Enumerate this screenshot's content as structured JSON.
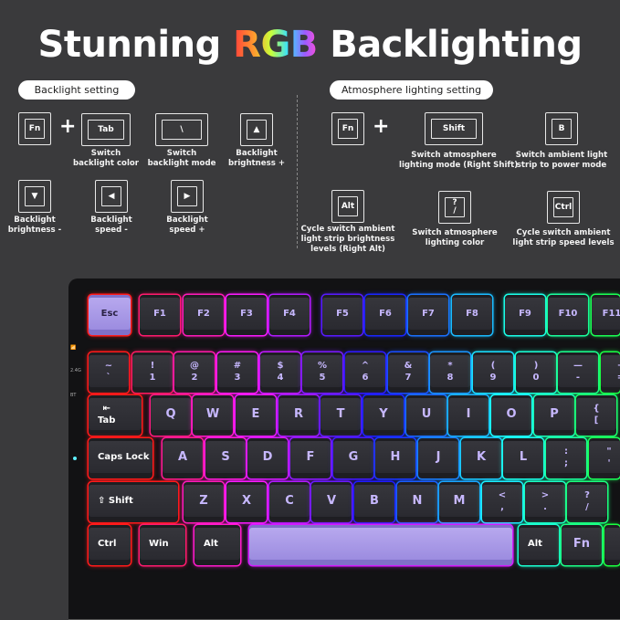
{
  "title": {
    "main": "Stunning",
    "highlight": "RGB",
    "tail": "Backlighting"
  },
  "backlight": {
    "label": "Backlight setting",
    "fn": "Fn",
    "plus": "+",
    "items": [
      {
        "key": "Tab",
        "caption": "Switch\nbacklight color"
      },
      {
        "key": "\\",
        "caption": "Switch\nbacklight mode"
      },
      {
        "key": "▲",
        "caption": "Backlight\nbrightness +"
      },
      {
        "key": "▼",
        "caption": "Backlight\nbrightness -"
      },
      {
        "key": "◀",
        "caption": "Backlight\nspeed -"
      },
      {
        "key": "▶",
        "caption": "Backlight\nspeed +"
      }
    ]
  },
  "atmosphere": {
    "label": "Atmosphere lighting setting",
    "fn": "Fn",
    "plus": "+",
    "items": [
      {
        "key": "Shift",
        "caption": "Switch atmosphere\nlighting mode (Right Shift)"
      },
      {
        "key": "B",
        "caption": "Switch ambient light\nstrip to power mode"
      },
      {
        "key": "Alt",
        "caption": "Cycle switch ambient\nlight strip brightness\nlevels (Right Alt)"
      },
      {
        "key": "?\n/",
        "caption": "Switch atmosphere\nlighting color"
      },
      {
        "key": "Ctrl",
        "caption": "Cycle switch ambient\nlight strip speed levels"
      }
    ]
  },
  "keyboard": {
    "indicators": [
      "wifi-icon",
      "2.4G",
      "BT"
    ],
    "rows": [
      [
        "Esc",
        "F1",
        "F2",
        "F3",
        "F4",
        "F5",
        "F6",
        "F7",
        "F8",
        "F9",
        "F10",
        "F11"
      ],
      [
        "~\n`",
        "!\n1",
        "@\n2",
        "#\n3",
        "$\n4",
        "%\n5",
        "^\n6",
        "&\n7",
        "*\n8",
        "(\n9",
        ")\n0",
        "—\n-",
        "+\n="
      ],
      [
        "⇤\nTab",
        "Q",
        "W",
        "E",
        "R",
        "T",
        "Y",
        "U",
        "I",
        "O",
        "P",
        "{\n["
      ],
      [
        "Caps Lock",
        "A",
        "S",
        "D",
        "F",
        "G",
        "H",
        "J",
        "K",
        "L",
        ":\n;",
        "\"\n'"
      ],
      [
        "⇧ Shift",
        "Z",
        "X",
        "C",
        "V",
        "B",
        "N",
        "M",
        "<\n,",
        ">\n.",
        "?\n/"
      ],
      [
        "Ctrl",
        "Win",
        "Alt",
        "",
        "Alt",
        "Fn",
        ""
      ]
    ]
  }
}
